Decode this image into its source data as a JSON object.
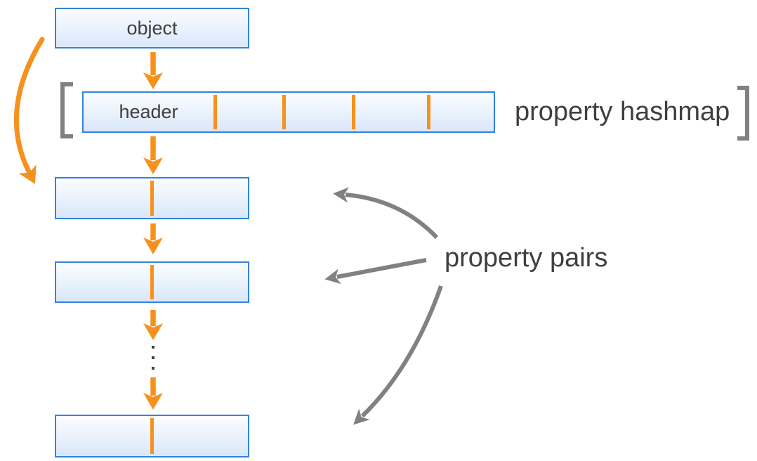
{
  "diagram_title": "object property hashmap diagram",
  "labels": {
    "object": "object",
    "header": "header",
    "property_hashmap": "property hashmap",
    "property_pairs": "property pairs"
  },
  "structure": {
    "hashmap_cells": 5,
    "hashmap_divider_count": 4,
    "property_pair_boxes_visible": 3,
    "ellipsis_dot_count": 3
  },
  "colors": {
    "orange": "#F7911D",
    "box_border": "#3183E0",
    "box_fill_top": "#FCFDFF",
    "box_fill_bottom": "#D9E7F9",
    "gray": "#7F8285",
    "text_dark": "#3F3F41"
  },
  "icons": {
    "down_arrow": "orange downward arrow",
    "curved_bypass_arrow": "orange curved arrow from object to first property pair",
    "left_bracket": "[",
    "right_bracket": "]",
    "annotation_arrow": "gray curved pointer arrow"
  }
}
